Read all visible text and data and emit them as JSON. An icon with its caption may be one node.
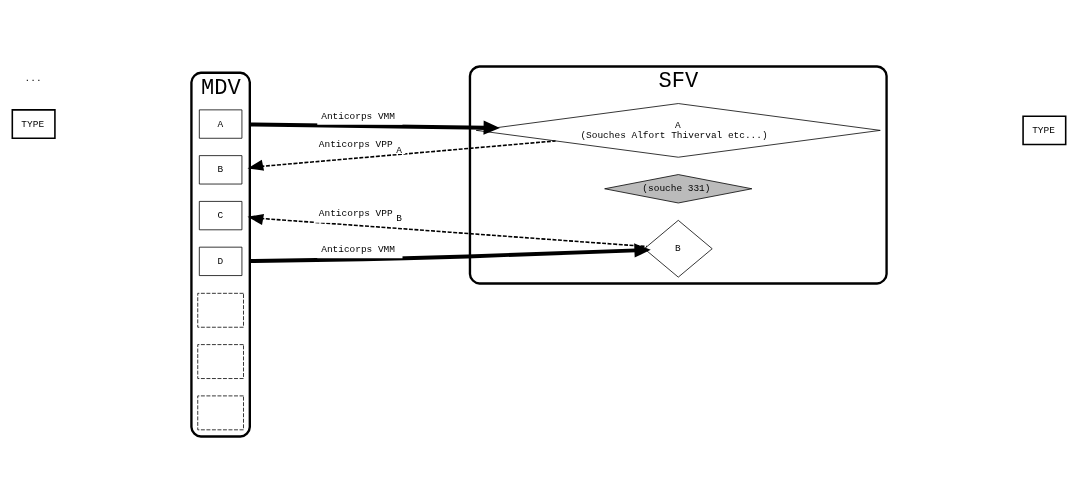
{
  "diagram": {
    "nodes": [
      {
        "text": [
          "MDV"
        ]
      },
      {
        "text": [
          "A"
        ],
        "in": 0
      },
      {
        "text": [
          "B"
        ],
        "in": 0
      },
      {
        "text": [
          "C"
        ],
        "in": 0
      },
      {
        "text": [
          "D"
        ],
        "in": 0
      },
      {
        "text": [],
        "shape": "box",
        "in": 0
      },
      {
        "text": [],
        "shape": "box",
        "in": 0
      },
      {
        "text": [],
        "shape": "box",
        "in": 0
      },
      {
        "text": [
          "TYPE"
        ]
      },
      {
        "text": [
          "SFV"
        ]
      },
      {
        "text": [
          "A",
          "(Souches Alfort Thiverval etc...)"
        ],
        "in": 9
      },
      {
        "text": [
          "(souche 331)"
        ],
        "in": 9
      },
      {
        "text": [
          "B"
        ],
        "in": 9
      },
      {
        "text": [
          "TYPE"
        ]
      }
    ],
    "edges": [
      {
        "from": 0,
        "to": 10,
        "arrow": "to",
        "label": "Anticorps VMM",
        "style": "thick"
      },
      {
        "from": 10,
        "to": 0,
        "arrow": "to",
        "label": "Anticorps VPP$_{A}$",
        "style": "dashed"
      },
      {
        "from": 12,
        "to": 0,
        "arrow": "to",
        "label": "Anticorps VPP$_{B}$",
        "style": "dashed"
      },
      {
        "from": 0,
        "to": 12,
        "arrow": "to",
        "label": "Anticorps VMM",
        "style": "thick"
      }
    ],
    "labels": [
      "..."
    ]
  }
}
